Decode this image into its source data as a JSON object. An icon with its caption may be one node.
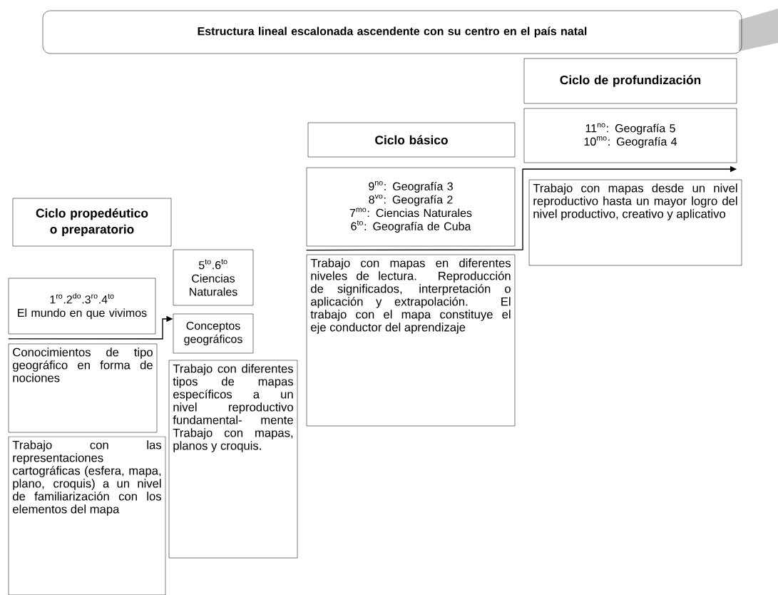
{
  "diagram": {
    "nodes": [
      {
        "text": [
          "Estructura  lineal escalonada ascendente con su centro en el país natal"
        ]
      },
      {
        "text": [
          "Ciclo de profundización"
        ]
      },
      {
        "text": [
          "\\text{11}^{\\text{no}}\\text{: Geografía 5}",
          "\\text{10}^{\\text{mo}}\\text{: Geografía 4}"
        ]
      },
      {
        "text": [
          "Trabajo con mapas desde un nivel reproductivo hasta un mayor logro del nivel productivo, creativo y aplicativo"
        ]
      },
      {
        "text": [
          "Ciclo básico"
        ]
      },
      {
        "text": [
          "\\text{9}^{\\text{no}}\\text{: Geografía 3}",
          "\\text{8}^{\\text{vo}}\\text{: Geografía 2}",
          "\\text{7}^{\\text{mo}}\\text{: Ciencias Naturales}",
          "\\text{6}^{\\text{to}}\\text{: Geografía de Cuba}"
        ]
      },
      {
        "text": [
          "Trabajo con mapas en diferentes niveles de lectura. Reproducción de significados, interpretación o aplicación y extrapolación. El trabajo con el mapa constituye el eje conductor del aprendizaje"
        ]
      },
      {
        "text": [
          "Ciclo propedéutico o preparatorio"
        ]
      },
      {
        "text": [
          "\\text{1}^{\\text{ro}}\\text{.2}^{\\text{do}}\\text{.3}^{\\text{ro}}\\text{.4}^{\\text{to}}",
          "El mundo en que vivimos"
        ]
      },
      {
        "text": [
          "Conocimientos de tipo geográfico en forma de nociones"
        ]
      },
      {
        "text": [
          "Trabajo con las representaciones cartográficas (esfera, mapa, plano, croquis) a un nivel de familiarización con los elementos del mapa"
        ]
      },
      {
        "text": [
          "\\text{5}^{\\text{to}}\\text{.6}^{\\text{to}}",
          "Ciencias Naturales"
        ]
      },
      {
        "text": [
          "Conceptos geográficos"
        ]
      },
      {
        "text": [
          "Trabajo con diferentes tipos de mapas específicos a un nivel reproductivo fundamental- mente Trabajo con mapas, planos y croquis."
        ]
      }
    ],
    "edges": [
      {
        "from": 8,
        "to": 12,
        "arrow": "to"
      },
      {
        "from": 5,
        "to": 2,
        "arrow": "to"
      }
    ]
  }
}
